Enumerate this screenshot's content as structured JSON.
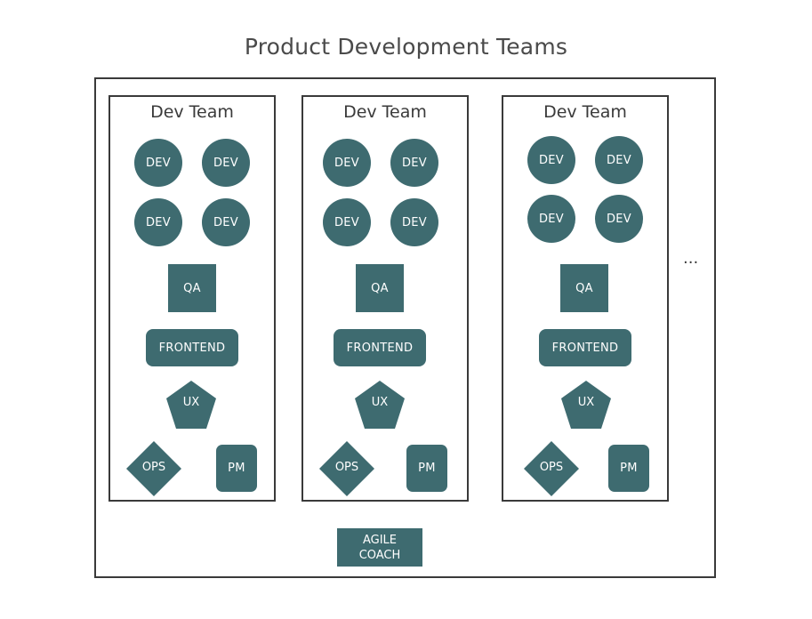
{
  "title": "Product Development Teams",
  "teams": [
    {
      "label": "Dev Team",
      "devs": [
        "DEV",
        "DEV",
        "DEV",
        "DEV"
      ],
      "qa": "QA",
      "frontend": "FRONTEND",
      "ux": "UX",
      "ops": "OPS",
      "pm": "PM"
    },
    {
      "label": "Dev Team",
      "devs": [
        "DEV",
        "DEV",
        "DEV",
        "DEV"
      ],
      "qa": "QA",
      "frontend": "FRONTEND",
      "ux": "UX",
      "ops": "OPS",
      "pm": "PM"
    },
    {
      "label": "Dev Team",
      "devs": [
        "DEV",
        "DEV",
        "DEV",
        "DEV"
      ],
      "qa": "QA",
      "frontend": "FRONTEND",
      "ux": "UX",
      "ops": "OPS",
      "pm": "PM"
    }
  ],
  "ellipsis": "...",
  "agile_coach": {
    "line1": "AGILE",
    "line2": "COACH"
  },
  "colors": {
    "shape_fill": "#3e6b70",
    "border": "#3a3a3a"
  }
}
